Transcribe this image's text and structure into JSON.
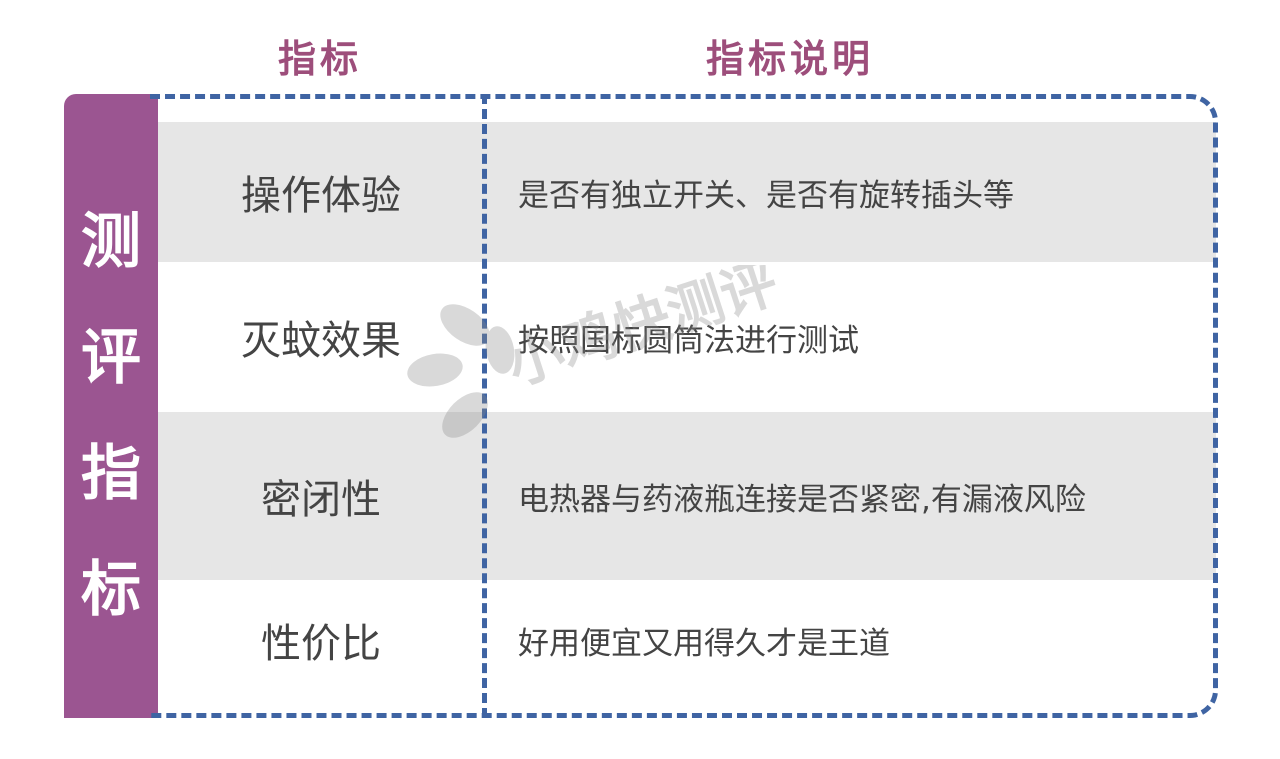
{
  "headers": {
    "indicator": "指标",
    "description": "指标说明"
  },
  "side_label": [
    "测",
    "评",
    "指",
    "标"
  ],
  "rows": [
    {
      "name": "操作体验",
      "desc": "是否有独立开关、是否有旋转插头等"
    },
    {
      "name": "灭蚊效果",
      "desc": "按照国标圆筒法进行测试"
    },
    {
      "name": "密闭性",
      "desc": "电热器与药液瓶连接是否紧密,有漏液风险"
    },
    {
      "name": "性价比",
      "desc": "好用便宜又用得久才是王道"
    }
  ],
  "watermark_text": "小鸡快测评",
  "colors": {
    "accent_purple": "#9b5591",
    "header_purple": "#9d4e7b",
    "dash_blue": "#3f64a3",
    "row_gray": "#e6e6e6"
  }
}
